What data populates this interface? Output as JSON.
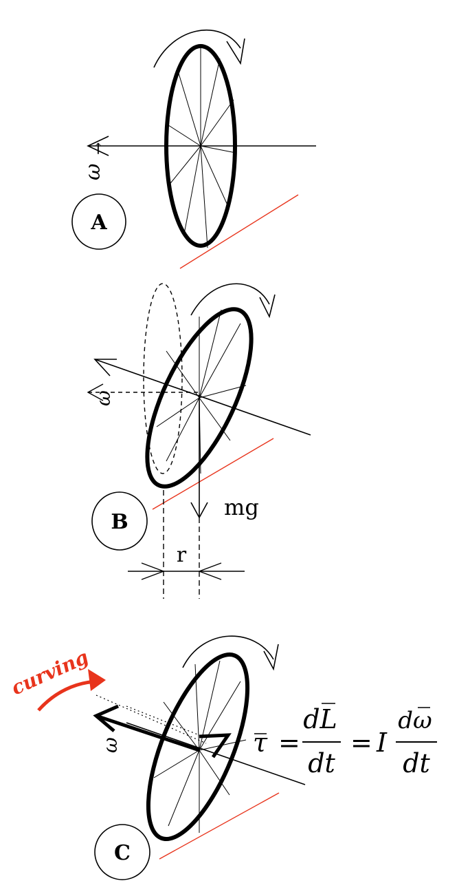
{
  "panels": {
    "a": {
      "label": "A"
    },
    "b": {
      "label": "B",
      "weight_label": "mg",
      "radius_label": "r"
    },
    "c": {
      "label": "C",
      "curving_label": "curving"
    }
  },
  "symbols": {
    "omega": "ω",
    "vector_arrow": "→"
  },
  "equation": {
    "tau": "τ",
    "equals": "=",
    "dL": "dL",
    "dt": "dt",
    "I": "I",
    "domega": "dω"
  },
  "colors": {
    "ink": "#000000",
    "accent": "#e8341c"
  }
}
